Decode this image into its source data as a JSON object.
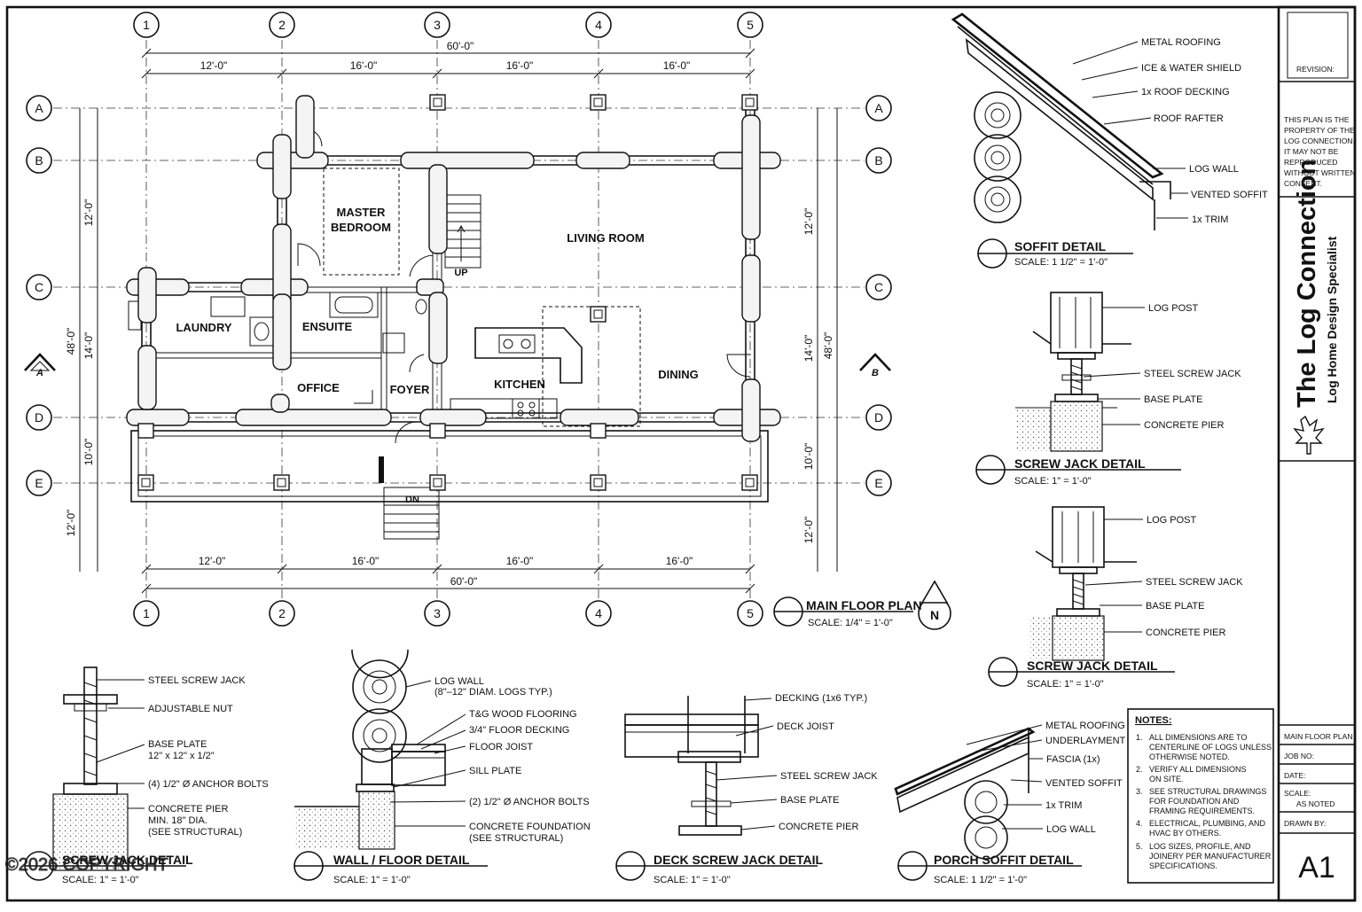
{
  "grid": {
    "columns": [
      "1",
      "2",
      "3",
      "4",
      "5"
    ],
    "rows": [
      "A",
      "B",
      "C",
      "D",
      "E"
    ],
    "top_dims": [
      "12'-0\"",
      "16'-0\"",
      "16'-0\"",
      "16'-0\""
    ],
    "top_overall": "60'-0\"",
    "bottom_dims": [
      "12'-0\"",
      "16'-0\"",
      "16'-0\"",
      "16'-0\""
    ],
    "bottom_overall": "60'-0\"",
    "left_dims": [
      "12'-0\"",
      "14'-0\"",
      "10'-0\"",
      "12'-0\""
    ],
    "left_overall": "48'-0\"",
    "right_dims": [
      "12'-0\"",
      "14'-0\"",
      "10'-0\"",
      "12'-0\""
    ],
    "right_overall": "48'-0\""
  },
  "rooms": {
    "master_bedroom_1": "MASTER",
    "master_bedroom_2": "BEDROOM",
    "living_room": "LIVING ROOM",
    "laundry": "LAUNDRY",
    "ensuite": "ENSUITE",
    "office": "OFFICE",
    "foyer": "FOYER",
    "kitchen": "KITCHEN",
    "dining": "DINING",
    "stair_up": "UP",
    "stair_down": "DN"
  },
  "section_markers": {
    "left": "A",
    "right": "B"
  },
  "plan_title": {
    "title": "MAIN FLOOR PLAN",
    "scale": "SCALE: 1/4\" = 1'-0\"",
    "north": "N"
  },
  "soffit_detail": {
    "labels": [
      "METAL ROOFING",
      "ICE & WATER SHIELD",
      "1x ROOF DECKING",
      "ROOF RAFTER",
      "LOG WALL",
      "VENTED SOFFIT",
      "1x TRIM"
    ],
    "title": "SOFFIT DETAIL",
    "scale": "SCALE: 1 1/2\" = 1'-0\""
  },
  "screw_jack_1": {
    "labels": [
      "LOG POST",
      "STEEL SCREW JACK",
      "BASE PLATE",
      "CONCRETE PIER"
    ],
    "title": "SCREW JACK DETAIL",
    "scale": "SCALE: 1\" = 1'-0\""
  },
  "screw_jack_2": {
    "labels": [
      "LOG POST",
      "STEEL SCREW JACK",
      "BASE PLATE",
      "CONCRETE PIER"
    ],
    "title": "SCREW JACK DETAIL",
    "scale": "SCALE: 1\" = 1'-0\""
  },
  "screw_jack_bottom": {
    "labels": [
      "STEEL SCREW JACK",
      "ADJUSTABLE NUT",
      "BASE PLATE",
      "12\" x 12\" x 1/2\"",
      "(4) 1/2\" Ø ANCHOR BOLTS",
      "CONCRETE PIER",
      "MIN. 18\" DIA.",
      "(SEE STRUCTURAL)"
    ],
    "title": "SCREW JACK DETAIL",
    "scale": "SCALE: 1\" = 1'-0\""
  },
  "wall_floor_detail": {
    "labels": [
      "LOG WALL",
      "(8\"–12\" DIAM. LOGS TYP.)",
      "T&G WOOD FLOORING",
      "3/4\" FLOOR DECKING",
      "FLOOR JOIST",
      "SILL PLATE",
      "(2) 1/2\" Ø ANCHOR BOLTS",
      "CONCRETE FOUNDATION",
      "(SEE STRUCTURAL)"
    ],
    "title": "WALL / FLOOR DETAIL",
    "scale": "SCALE: 1\" = 1'-0\""
  },
  "deck_detail": {
    "labels": [
      "DECKING (1x6 TYP.)",
      "DECK JOIST",
      "STEEL SCREW JACK",
      "BASE PLATE",
      "CONCRETE PIER"
    ],
    "title": "DECK SCREW JACK DETAIL",
    "scale": "SCALE: 1\" = 1'-0\""
  },
  "porch_detail": {
    "labels": [
      "METAL ROOFING",
      "UNDERLAYMENT",
      "FASCIA (1x)",
      "VENTED SOFFIT",
      "1x TRIM",
      "LOG WALL"
    ],
    "title": "PORCH SOFFIT DETAIL",
    "scale": "SCALE: 1 1/2\" = 1'-0\""
  },
  "notes": {
    "heading": "NOTES:",
    "items": [
      [
        "1.",
        "ALL DIMENSIONS ARE TO",
        "CENTERLINE OF LOGS UNLESS",
        "OTHERWISE NOTED."
      ],
      [
        "2.",
        "VERIFY ALL DIMENSIONS",
        "ON SITE."
      ],
      [
        "3.",
        "SEE STRUCTURAL DRAWINGS",
        "FOR FOUNDATION AND",
        "FRAMING REQUIREMENTS."
      ],
      [
        "4.",
        "ELECTRICAL, PLUMBING, AND",
        "HVAC BY OTHERS."
      ],
      [
        "5.",
        "LOG SIZES, PROFILE, AND",
        "JOINERY PER MANUFACTURER",
        "SPECIFICATIONS."
      ]
    ]
  },
  "title_block": {
    "revision": "REVISION:",
    "property": [
      "THIS PLAN IS THE",
      "PROPERTY OF THE",
      "LOG CONNECTION.",
      "IT MAY NOT BE",
      "REPRODUCED",
      "WITHOUT WRITTEN",
      "CONSENT."
    ],
    "company": "The Log Connection",
    "tagline": "Log Home Design Specialist",
    "sheet_title": "MAIN FLOOR PLAN",
    "job_no": "JOB NO:",
    "date": "DATE:",
    "scale_label": "SCALE:",
    "scale_value": "AS NOTED",
    "drawn_by": "DRAWN BY:",
    "sheet_no": "A1"
  },
  "watermark": "©2026 COPYRIGHT"
}
